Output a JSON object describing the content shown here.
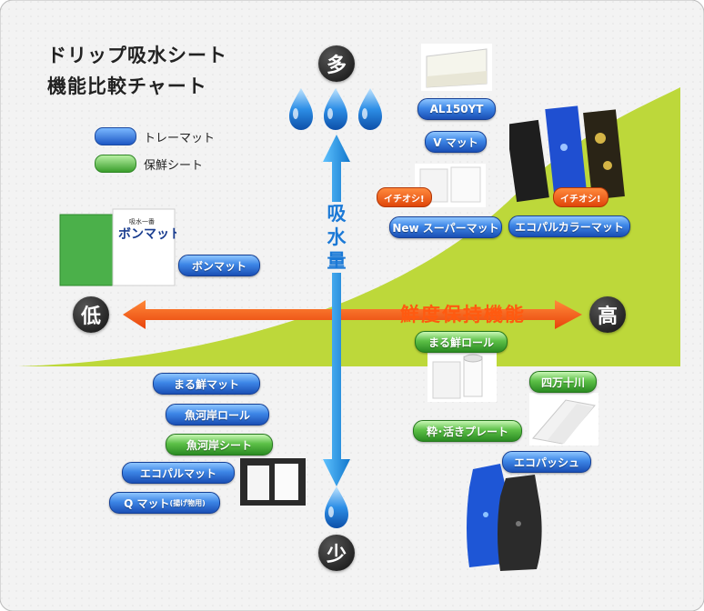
{
  "title_line1": "ドリップ吸水シート",
  "title_line2": "機能比較チャート",
  "legend": {
    "tray_mat": "トレーマット",
    "fresh_sheet": "保鮮シート"
  },
  "axis": {
    "top": "多",
    "bottom": "少",
    "left": "低",
    "right": "高",
    "vertical_label": "吸水量",
    "horizontal_label": "鮮度保持機能"
  },
  "badges": {
    "recommend_1": "イチオシ!",
    "recommend_2": "イチオシ!"
  },
  "products": {
    "al150yt": "AL150YT",
    "v_mat": "V マット",
    "new_super_mat": "New スーパーマット",
    "eco_pal_color_mat": "エコパルカラーマット",
    "bon_mat": "ボンマット",
    "maru_sen_roll": "まる鮮ロール",
    "shimanto": "四万十川",
    "iki_plate": "粋･活きプレート",
    "eco_passhu": "エコパッシュ",
    "maru_sen_mat": "まる鮮マット",
    "uo_kashi_roll": "魚河岸ロール",
    "uo_kashi_sheet": "魚河岸シート",
    "eco_pal_mat": "エコパルマット",
    "q_mat": "Q マット",
    "q_mat_note": "(揚げ物用)"
  },
  "package_text": {
    "brand": "ボンマット",
    "small": "吸水一番"
  },
  "colors": {
    "blue_pill": "#2f73d9",
    "green_pill": "#46a836",
    "curve_green": "#b7d332",
    "h_arrow": "#ff5a10",
    "v_arrow": "#1b8ee0"
  }
}
